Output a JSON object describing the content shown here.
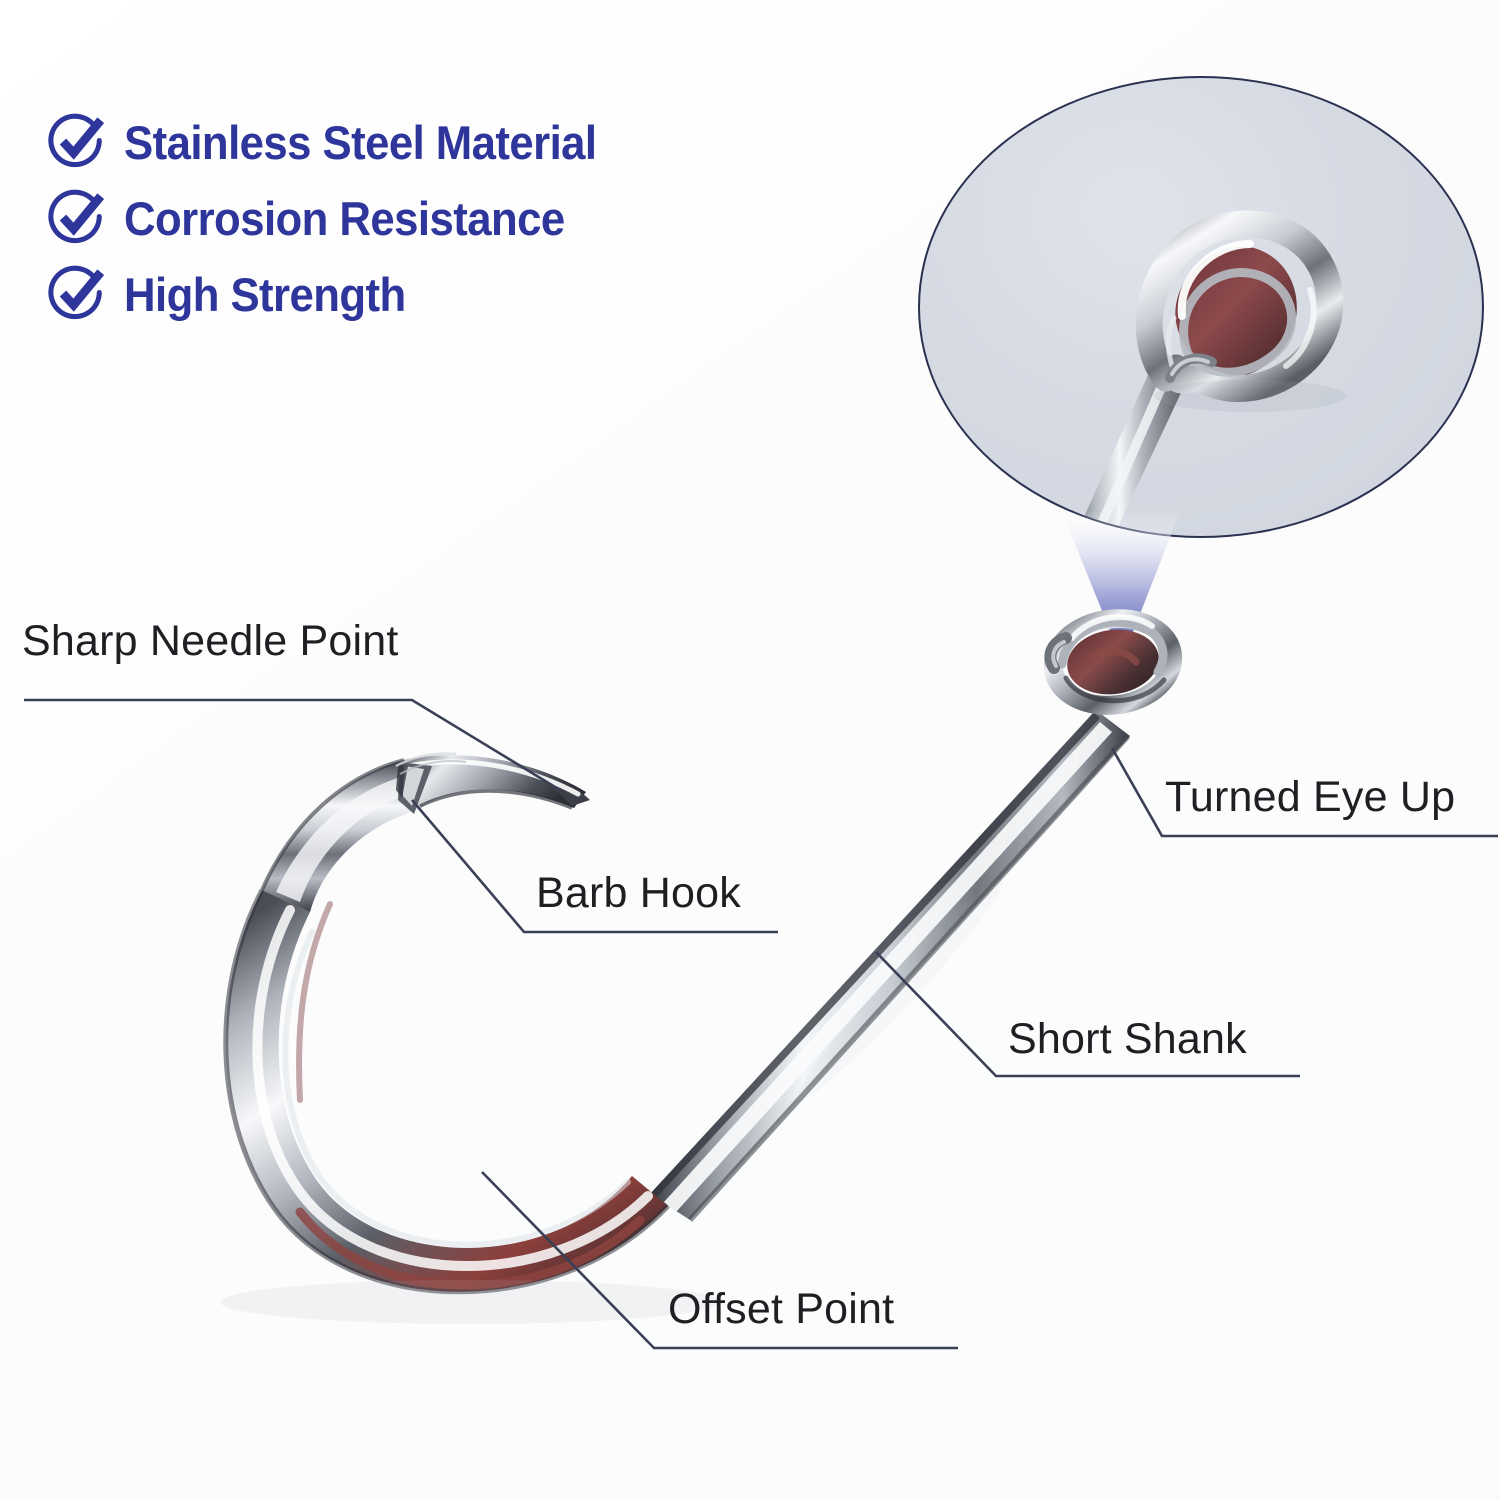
{
  "page": {
    "background_color": "#fdfdfd",
    "product": "stainless steel offset circle fishing hook"
  },
  "features": {
    "icon_name": "check-circle-icon",
    "accent_color": "#2e359b",
    "items": [
      {
        "label": "Stainless Steel Material"
      },
      {
        "label": "Corrosion Resistance"
      },
      {
        "label": "High Strength"
      }
    ]
  },
  "magnifier": {
    "name": "hook-eye-closeup",
    "fill_color": "#d5dae2",
    "border_color": "#2b3150",
    "subject": "turned-up looped hook eye",
    "pointer_color": "#5a61b4"
  },
  "hook": {
    "name": "fishing-hook-photo",
    "finish": "chrome stainless steel",
    "shadow_color": "#3a3d46",
    "highlight_color": "#ffffff"
  },
  "callouts": {
    "line_color": "#3a4055",
    "text_color": "#1f1f23",
    "items": [
      {
        "id": "sharp-needle-point",
        "label": "Sharp Needle Point"
      },
      {
        "id": "barb-hook",
        "label": "Barb Hook"
      },
      {
        "id": "turned-eye-up",
        "label": "Turned Eye Up"
      },
      {
        "id": "short-shank",
        "label": "Short Shank"
      },
      {
        "id": "offset-point",
        "label": "Offset Point"
      }
    ]
  }
}
